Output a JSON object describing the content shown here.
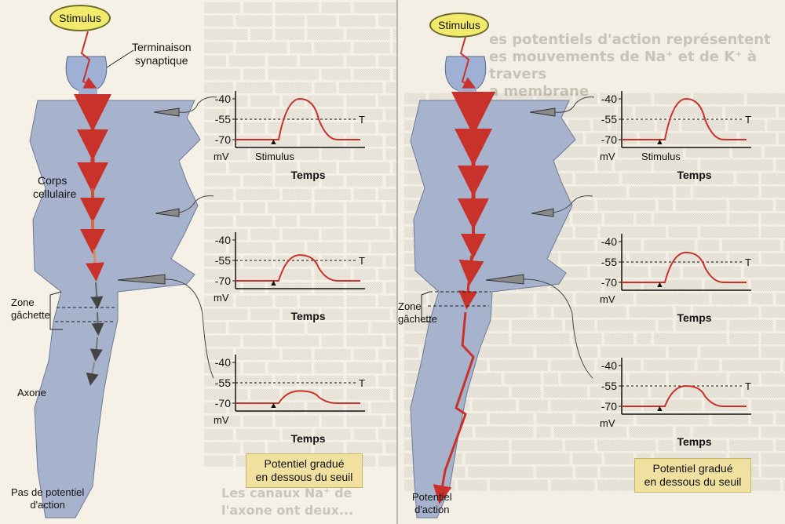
{
  "left_figure": {
    "stimulus_label": "Stimulus",
    "terminal_label": "Terminaison synaptique",
    "terminal_line1": "Terminaison",
    "terminal_line2": "synaptique",
    "cell_body_line1": "Corps",
    "cell_body_line2": "cellulaire",
    "trigger_zone_line1": "Zone",
    "trigger_zone_line2": "gâchette",
    "axon_label": "Axone",
    "no_ap_line1": "Pas de potentiel",
    "no_ap_line2": "d'action",
    "caption_line1": "Potentiel gradué",
    "caption_line2": "en dessous du seuil",
    "graphs": [
      {
        "yticks": [
          "-40",
          "-55",
          "-70"
        ],
        "threshold_label": "T",
        "yunit": "mV",
        "xlabel": "Temps",
        "marker_label": "Stimulus",
        "peak_mv": -40
      },
      {
        "yticks": [
          "-40",
          "-55",
          "-70"
        ],
        "threshold_label": "T",
        "yunit": "mV",
        "xlabel": "Temps",
        "marker_label": "",
        "peak_mv": -51
      },
      {
        "yticks": [
          "-40",
          "-55",
          "-70"
        ],
        "threshold_label": "T",
        "yunit": "mV",
        "xlabel": "Temps",
        "marker_label": "",
        "peak_mv": -61
      }
    ]
  },
  "right_figure": {
    "stimulus_label": "Stimulus",
    "trigger_zone_line1": "Zone",
    "trigger_zone_line2": "gâchette",
    "ap_line1": "Potentiel",
    "ap_line2": "d'action",
    "caption_line1": "Potentiel gradué",
    "caption_line2": "en dessous du seuil",
    "graphs": [
      {
        "yticks": [
          "-40",
          "-55",
          "-70"
        ],
        "threshold_label": "T",
        "yunit": "mV",
        "xlabel": "Temps",
        "marker_label": "Stimulus",
        "peak_mv": -40
      },
      {
        "yticks": [
          "-40",
          "-55",
          "-70"
        ],
        "threshold_label": "T",
        "yunit": "mV",
        "xlabel": "Temps",
        "marker_label": "",
        "peak_mv": -48
      },
      {
        "yticks": [
          "-40",
          "-55",
          "-70"
        ],
        "threshold_label": "T",
        "yunit": "mV",
        "xlabel": "Temps",
        "marker_label": "",
        "peak_mv": -55
      }
    ]
  },
  "background_text": {
    "heading_lines": [
      "es potentiels d'action représentent",
      "es mouvements de Na⁺ et de K⁺ à travers",
      "a membrane"
    ],
    "bottom_heading": "Les canaux Na⁺ de l'axone ont deux..."
  },
  "colors": {
    "cell": "#a7b2cd",
    "cell_outline": "#6f7a96",
    "signal": "#c8322a",
    "stimulus": "#f2ea6a",
    "caption_box": "#f1e1a1"
  }
}
